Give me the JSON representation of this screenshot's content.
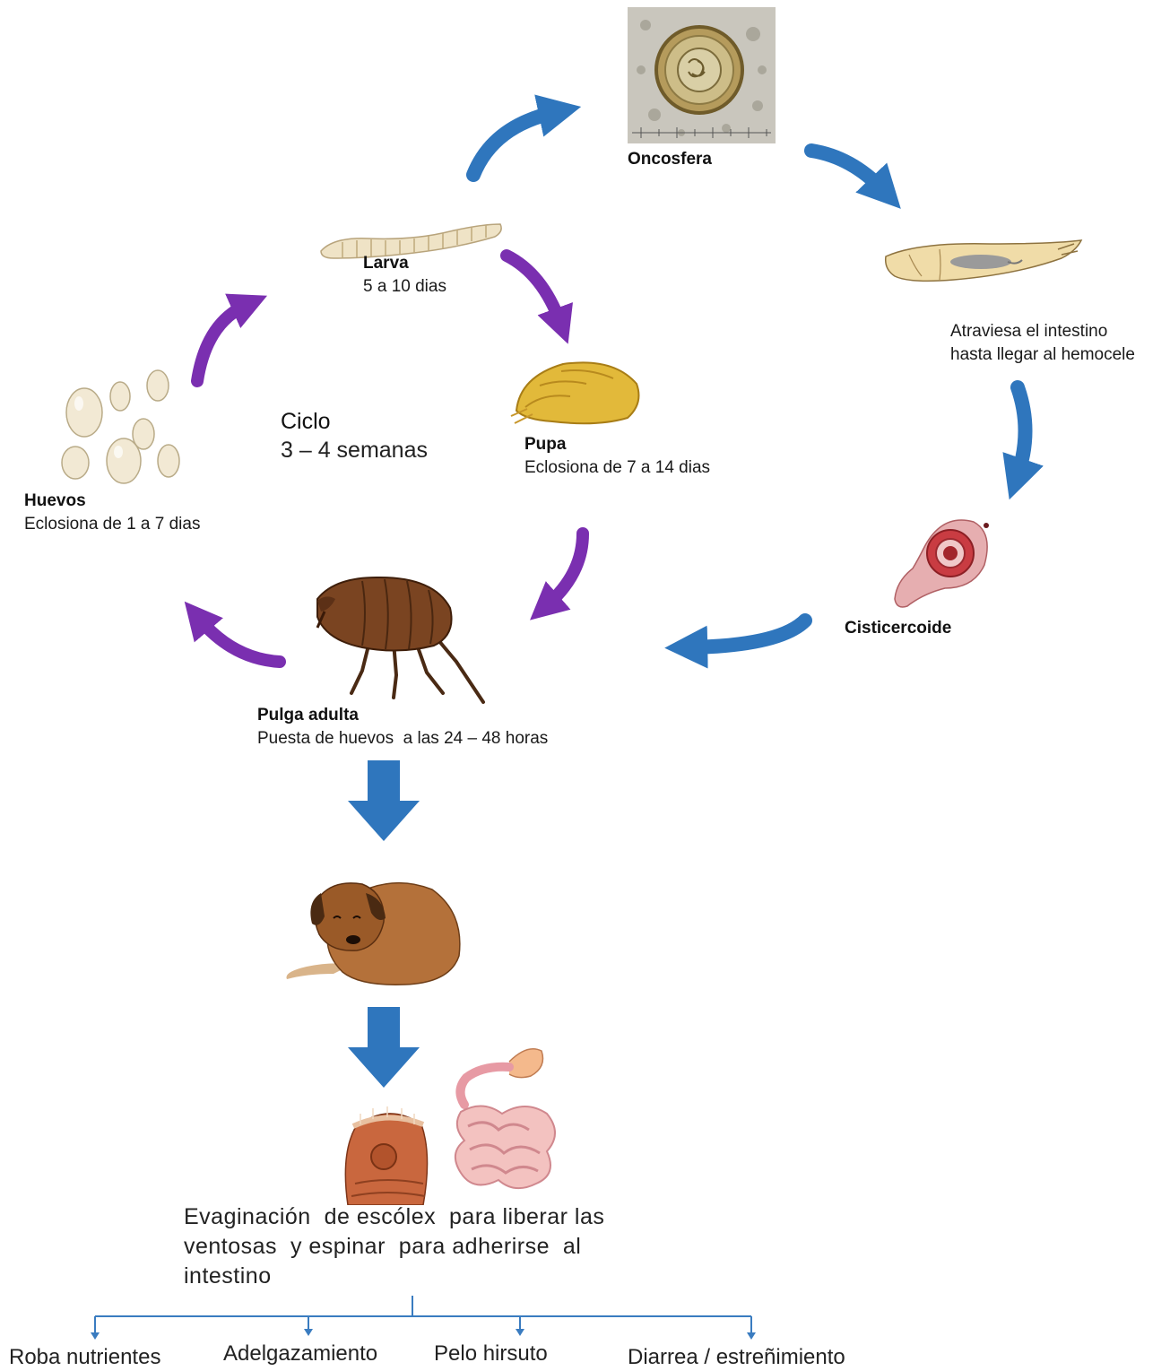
{
  "stages": {
    "oncosfera": {
      "title": "Oncosfera"
    },
    "larva": {
      "title": "Larva",
      "subtitle": "5 a 10 dias"
    },
    "pupa": {
      "title": "Pupa",
      "subtitle": "Eclosiona de 7 a 14 dias"
    },
    "huevos": {
      "title": "Huevos",
      "subtitle": "Eclosiona de 1 a 7 dias"
    },
    "pulga": {
      "title": "Pulga adulta",
      "subtitle": "Puesta de huevos  a las 24 – 48 horas"
    },
    "cisticercoide": {
      "title": "Cisticercoide"
    },
    "hemocele": {
      "line1": "Atraviesa  el intestino",
      "line2": "hasta llegar  al hemocele"
    }
  },
  "ciclo": {
    "title": "Ciclo",
    "duration": "3 – 4 semanas"
  },
  "description": {
    "line1": "Evaginación  de escólex  para liberar las",
    "line2": "ventosas  y espinar  para adherirse  al",
    "line3": "intestino"
  },
  "effects": [
    "Roba nutrientes",
    "Adelgazamiento",
    "Pelo hirsuto",
    "Diarrea / estreñimiento"
  ],
  "colors": {
    "blue_arrow": "#2f76bd",
    "purple_arrow": "#7a2fb0",
    "tree_line": "#3a7cc0"
  }
}
